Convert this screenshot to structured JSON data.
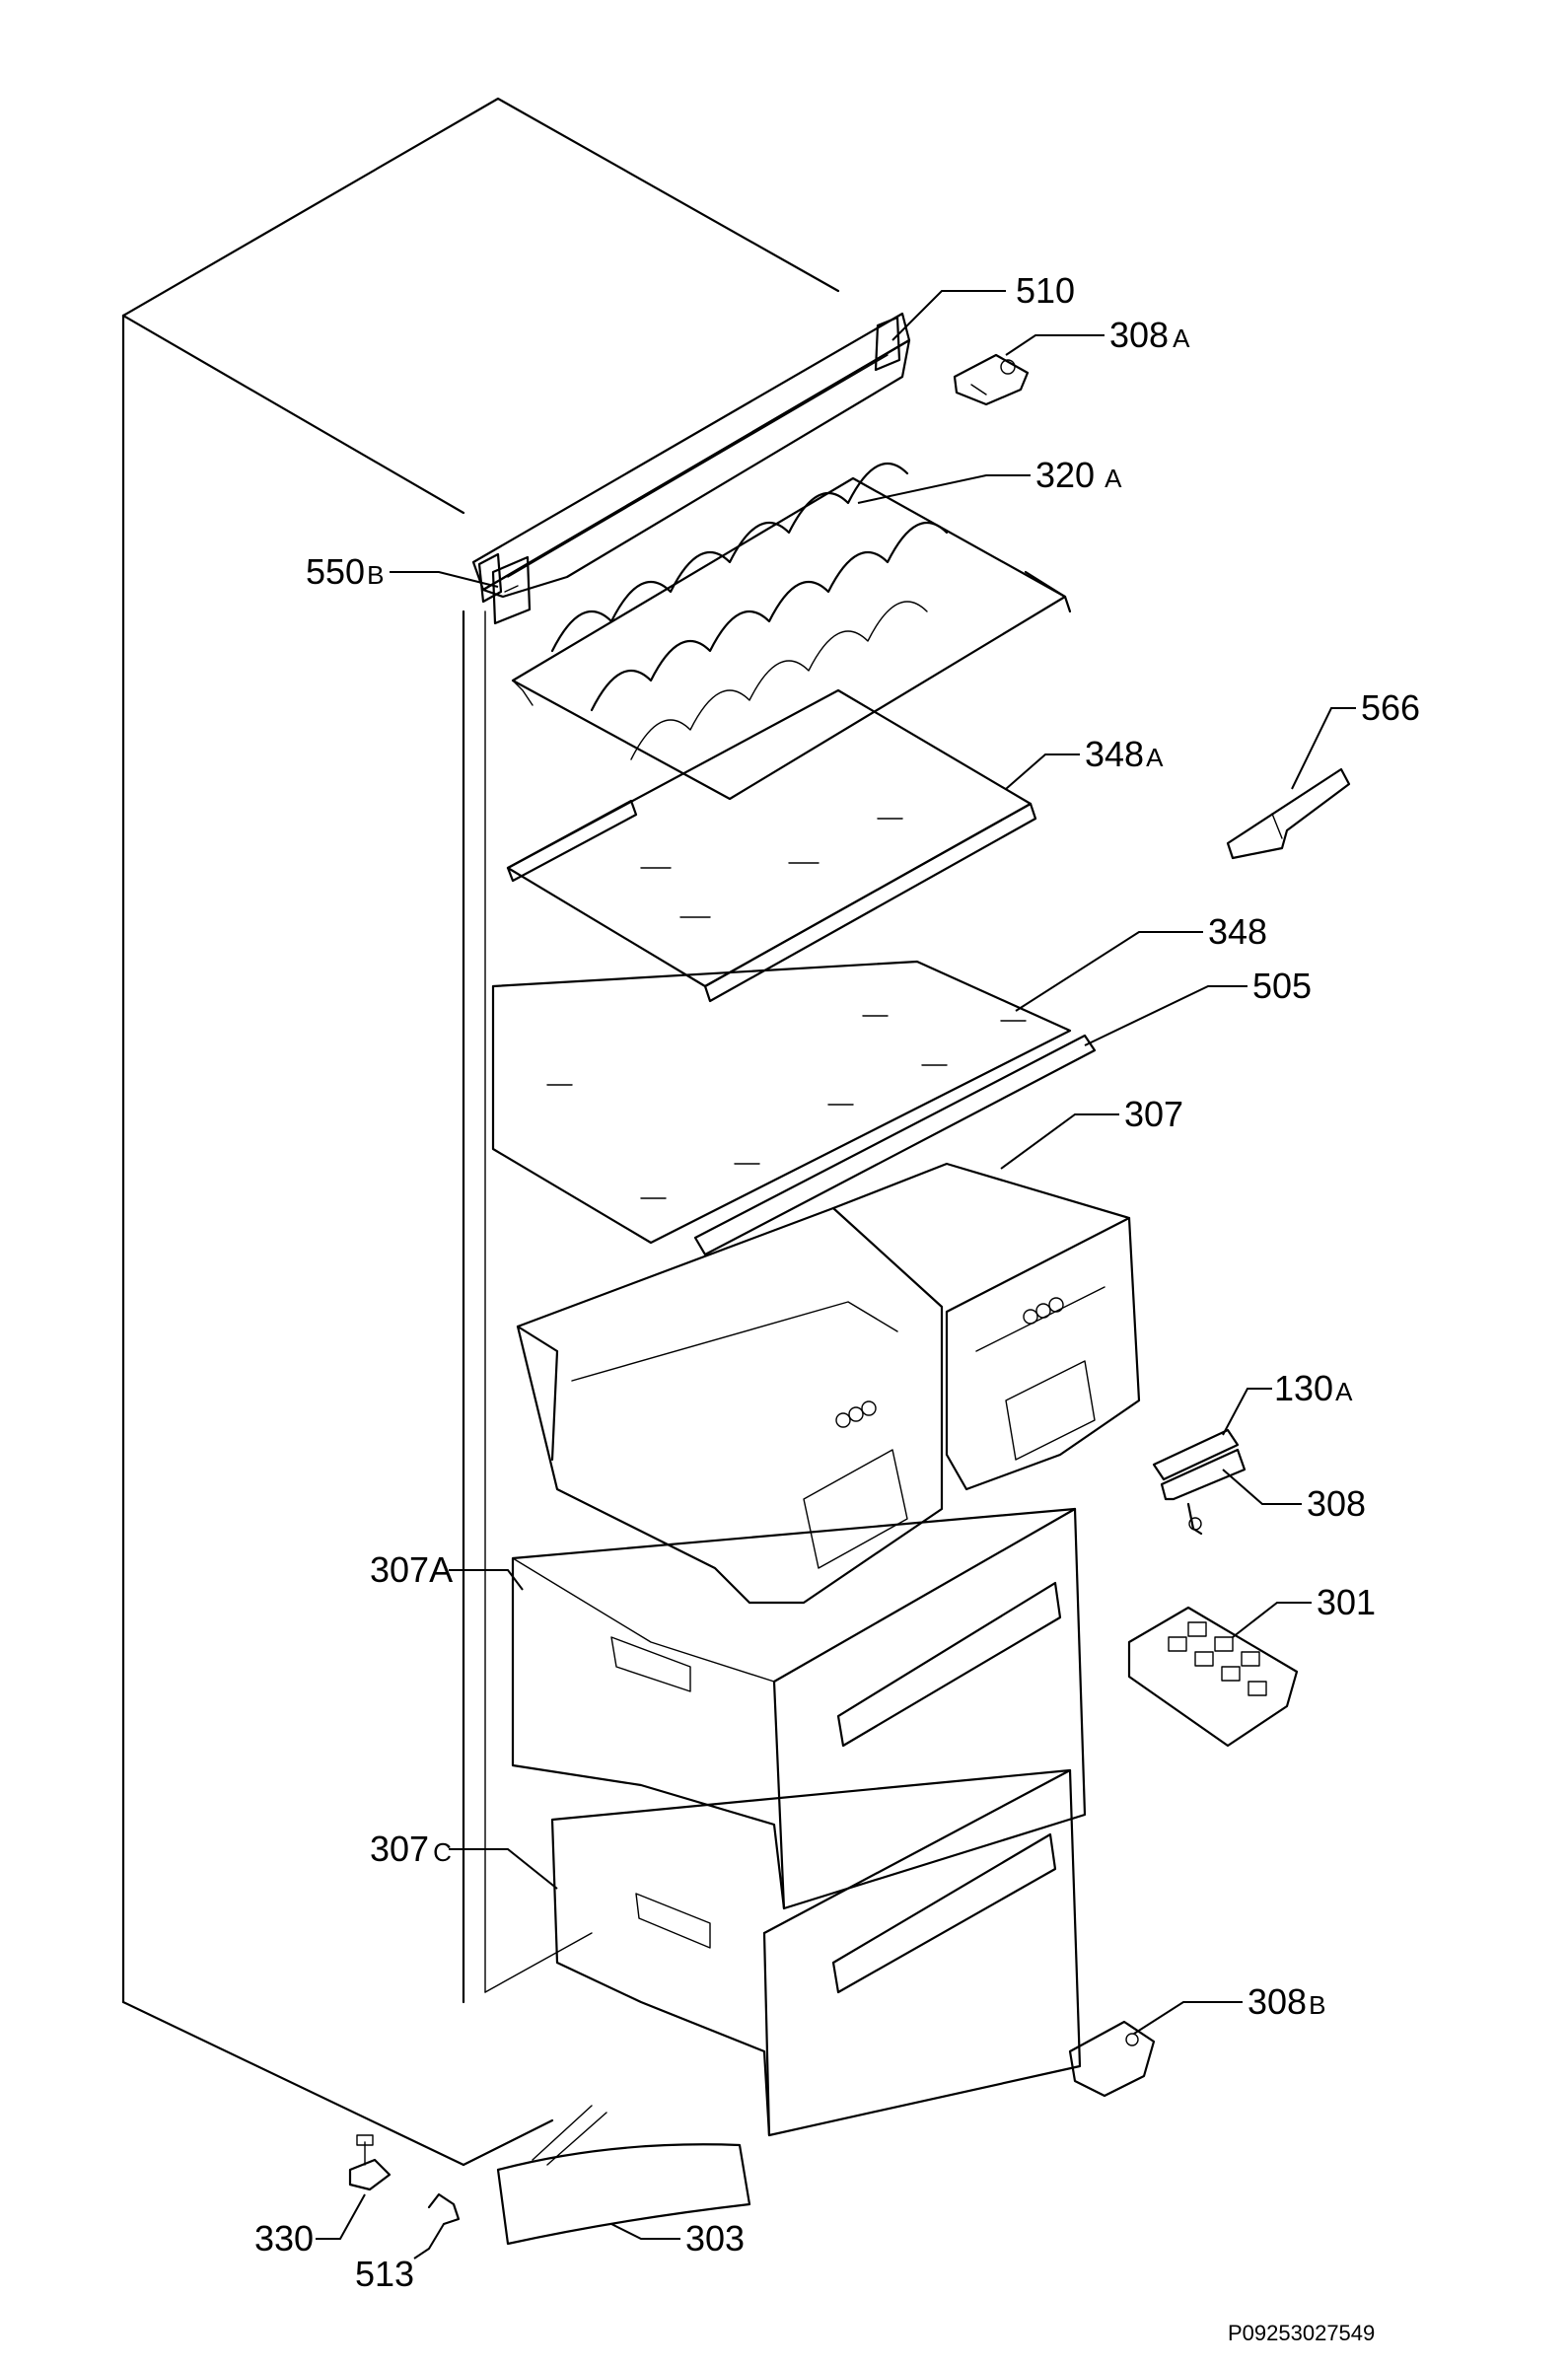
{
  "diagram": {
    "reference_code": "P09253027549",
    "callouts": [
      {
        "id": "510",
        "number": "510",
        "suffix": ""
      },
      {
        "id": "308a",
        "number": "308",
        "suffix": "A"
      },
      {
        "id": "320a",
        "number": "320",
        "suffix": "A"
      },
      {
        "id": "550b",
        "number": "550",
        "suffix": "B"
      },
      {
        "id": "566",
        "number": "566",
        "suffix": ""
      },
      {
        "id": "348a",
        "number": "348",
        "suffix": "A"
      },
      {
        "id": "348",
        "number": "348",
        "suffix": ""
      },
      {
        "id": "505",
        "number": "505",
        "suffix": ""
      },
      {
        "id": "307",
        "number": "307",
        "suffix": ""
      },
      {
        "id": "130a",
        "number": "130",
        "suffix": "A"
      },
      {
        "id": "308",
        "number": "308",
        "suffix": ""
      },
      {
        "id": "307a",
        "number": "307A",
        "suffix": ""
      },
      {
        "id": "301",
        "number": "301",
        "suffix": ""
      },
      {
        "id": "307c",
        "number": "307",
        "suffix": "C"
      },
      {
        "id": "308b",
        "number": "308",
        "suffix": "B"
      },
      {
        "id": "303",
        "number": "303",
        "suffix": ""
      },
      {
        "id": "330",
        "number": "330",
        "suffix": ""
      },
      {
        "id": "513",
        "number": "513",
        "suffix": ""
      }
    ]
  }
}
